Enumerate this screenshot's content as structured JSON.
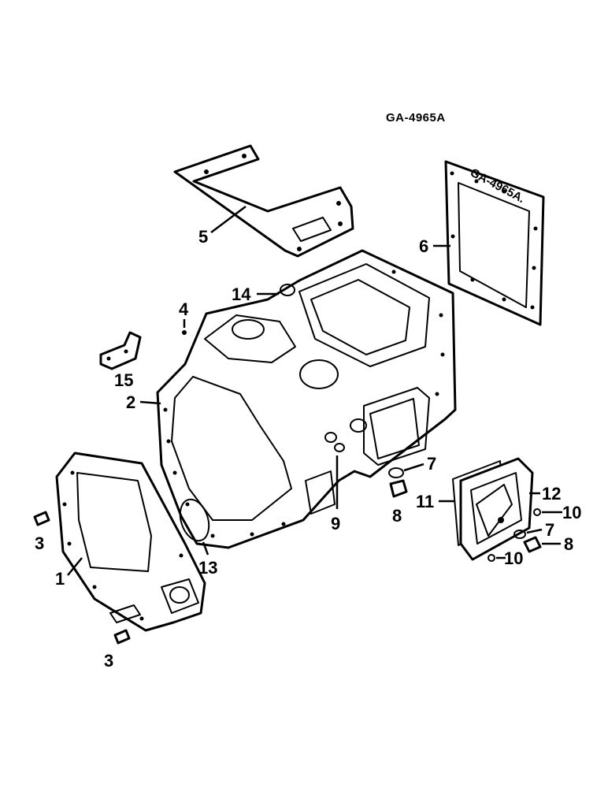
{
  "figure_id": "GA-4965A",
  "gasket_stamp": "GA-4965A.",
  "callouts": {
    "c1": "1",
    "c2": "2",
    "c3a": "3",
    "c3b": "3",
    "c4": "4",
    "c5": "5",
    "c6": "6",
    "c7a": "7",
    "c7b": "7",
    "c8a": "8",
    "c8b": "8",
    "c9": "9",
    "c10a": "10",
    "c10b": "10",
    "c11": "11",
    "c12": "12",
    "c13": "13",
    "c14": "14",
    "c15": "15"
  }
}
